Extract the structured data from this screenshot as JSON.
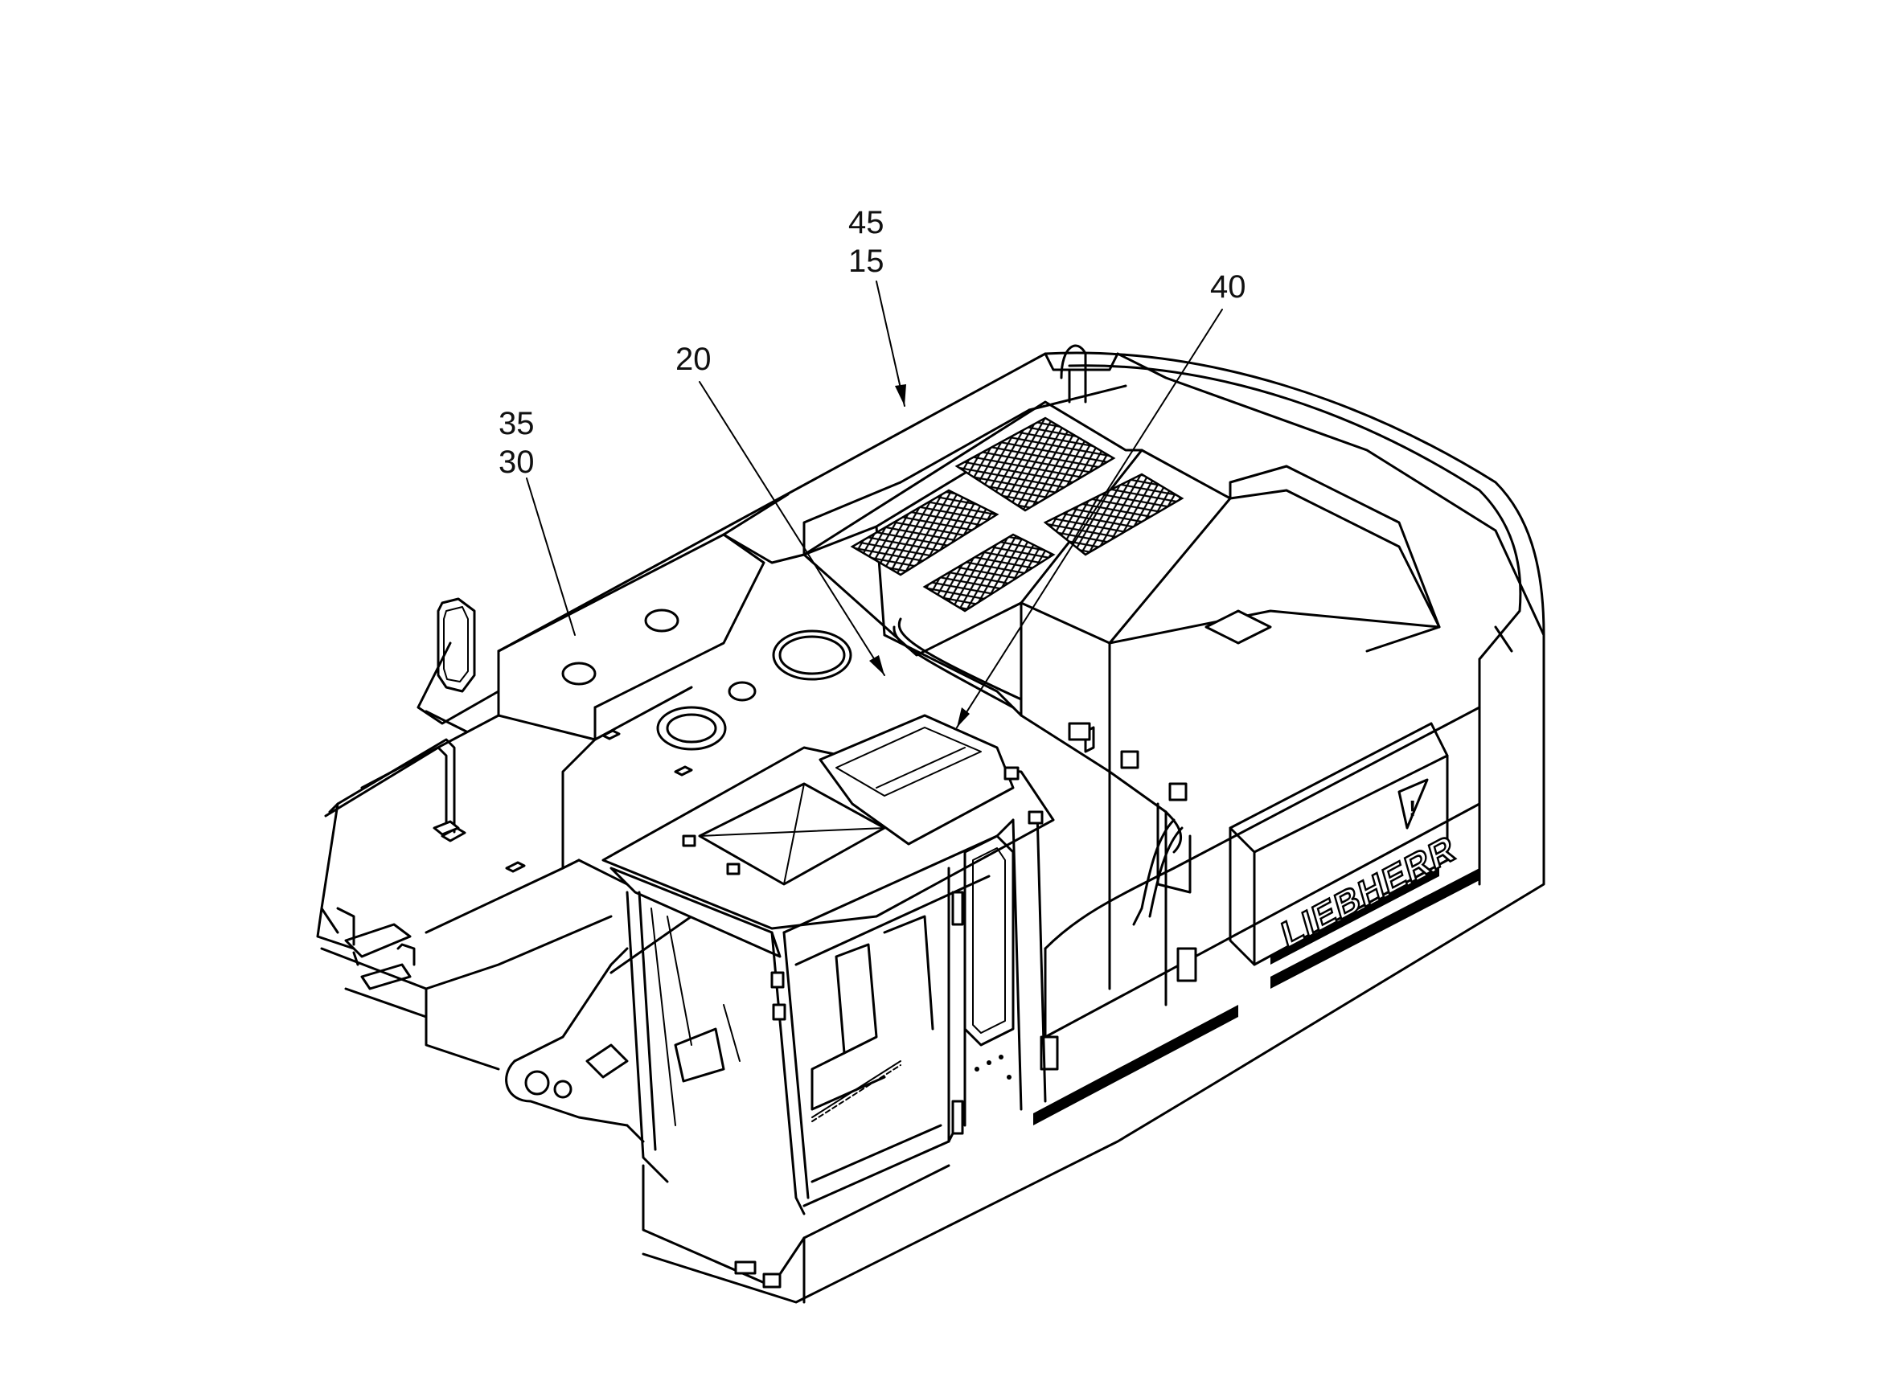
{
  "callouts": [
    {
      "id": "45",
      "text": "45"
    },
    {
      "id": "15",
      "text": "15"
    },
    {
      "id": "40",
      "text": "40"
    },
    {
      "id": "20",
      "text": "20"
    },
    {
      "id": "35",
      "text": "35"
    },
    {
      "id": "30",
      "text": "30"
    }
  ],
  "brand": {
    "text": "LIEBHERR"
  },
  "warning_symbol": "!",
  "icons": [
    "warning-triangle-icon",
    "mirror-icon",
    "grille-icon"
  ],
  "colors": {
    "line": "#000000",
    "background": "#ffffff"
  }
}
